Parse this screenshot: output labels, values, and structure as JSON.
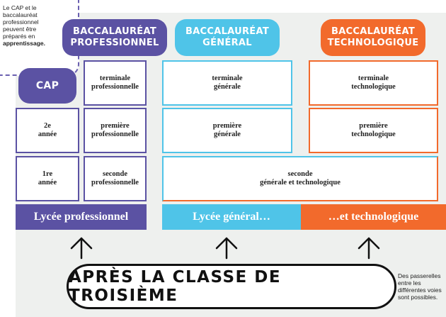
{
  "note_text": "Le CAP et le baccalauréat professionnel peuvent être préparés en",
  "note_bold": "apprentissage.",
  "headers": {
    "pro": "BACCALAURÉAT\nPROFESSIONNEL",
    "gen": "BACCALAURÉAT\nGÉNÉRAL",
    "tech": "BACCALAURÉAT\nTECHNOLOGIQUE",
    "cap": "CAP"
  },
  "cells": {
    "cap_2": "2e\nannée",
    "cap_1": "1re\nannée",
    "pro_term": "terminale\nprofessionnelle",
    "pro_prem": "première\nprofessionnelle",
    "pro_sec": "seconde\nprofessionnelle",
    "gen_term": "terminale\ngénérale",
    "gen_prem": "première\ngénérale",
    "tech_term": "terminale\ntechnologique",
    "tech_prem": "première\ntechnologique",
    "seconde_gt": "seconde\ngénérale et technologique"
  },
  "bars": {
    "pro": "Lycée professionnel",
    "gen": "Lycée général…",
    "tech": "…et technologique"
  },
  "main_title": "APRÈS LA CLASSE DE TROISIÈME",
  "side_note": "Des passerelles entre les différentes voies sont possibles.",
  "colors": {
    "pro": "#5b52a3",
    "gen": "#4fc4e8",
    "tech": "#f26a2c",
    "background": "#eef0ee"
  },
  "icons": [
    "arrow-up-icon",
    "arrow-up-icon",
    "arrow-up-icon"
  ]
}
